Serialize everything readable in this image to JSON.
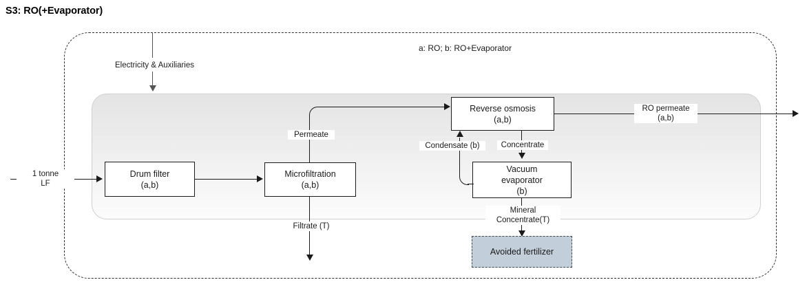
{
  "diagram": {
    "title": "S3: RO(+Evaporator)",
    "legend_note": "a: RO; b: RO+Evaporator",
    "boxes": {
      "drum_filter": {
        "line1": "Drum filter",
        "line2": "(a,b)"
      },
      "microfiltration": {
        "line1": "Microfiltration",
        "line2": "(a,b)"
      },
      "reverse_osmosis": {
        "line1": "Reverse osmosis",
        "line2": "(a,b)"
      },
      "vacuum_evaporator": {
        "line1": "Vacuum",
        "line2": "evaporator",
        "line3": "(b)"
      },
      "avoided_fertilizer": {
        "label": "Avoided fertilizer"
      }
    },
    "flows": {
      "input": "1 tonne\nLF",
      "electricity": "Electricity & Auxiliaries",
      "permeate": "Permeate",
      "filtrate": "Filtrate (T)",
      "condensate": "Condensate (b)",
      "concentrate": "Concentrate",
      "mineral_concentrate": "Mineral\nConcentrate(T)",
      "ro_permeate": "RO permeate\n(a,b)"
    },
    "colors": {
      "avoided_fertilizer_fill": "#c2ced9",
      "panel_top": "#e4e4e4",
      "panel_bottom": "#fcfcfc",
      "line": "#1a1a1a",
      "boundary": "#2b2b2b"
    }
  }
}
